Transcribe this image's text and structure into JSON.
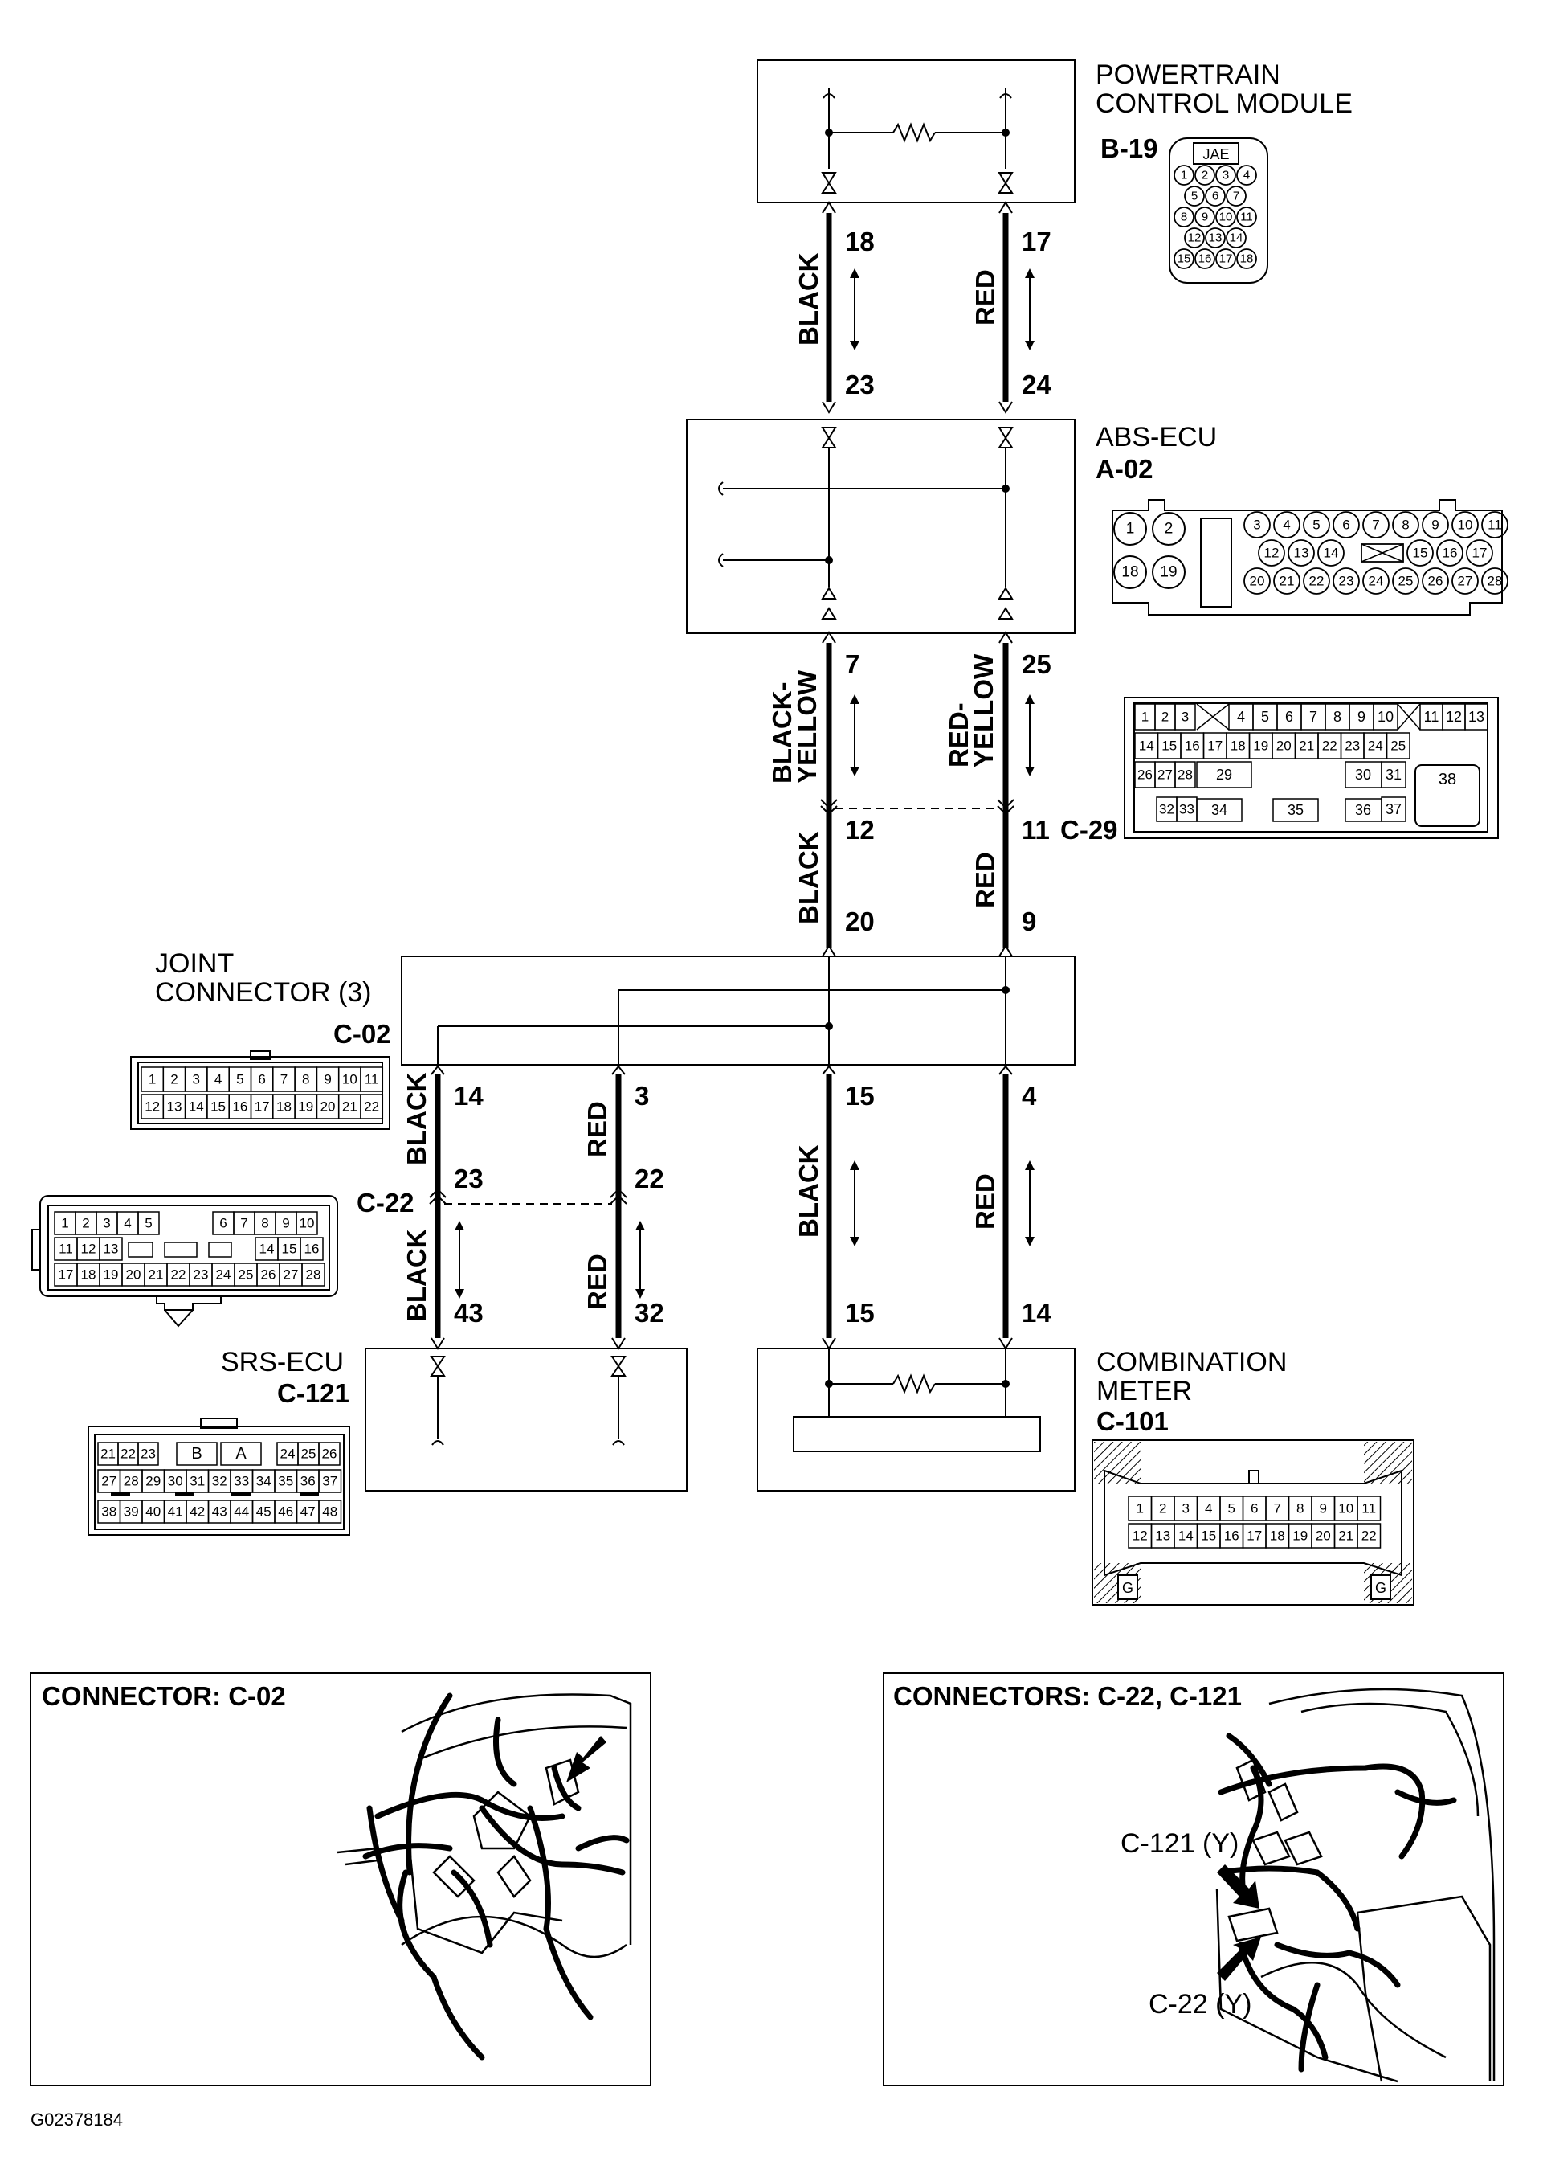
{
  "components": {
    "pcm": {
      "title_line1": "POWERTRAIN",
      "title_line2": "CONTROL MODULE",
      "connector": "B-19",
      "brand": "JAE"
    },
    "abs": {
      "title": "ABS-ECU",
      "connector": "A-02"
    },
    "joint": {
      "title_line1": "JOINT",
      "title_line2": "CONNECTOR (3)",
      "connector": "C-02"
    },
    "srs": {
      "title": "SRS-ECU",
      "connector": "C-121"
    },
    "meter": {
      "title_line1": "COMBINATION",
      "title_line2": "METER",
      "connector": "C-101"
    },
    "c22": {
      "connector": "C-22"
    },
    "c29": {
      "connector": "C-29"
    }
  },
  "wire_colors": {
    "black": "BLACK",
    "red": "RED",
    "black_yellow_1": "BLACK-",
    "black_yellow_2": "YELLOW",
    "red_yellow_1": "RED-",
    "red_yellow_2": "YELLOW"
  },
  "pins": {
    "pcm_left": "18",
    "pcm_right": "17",
    "abs_top_left": "23",
    "abs_top_right": "24",
    "abs_bot_left": "7",
    "abs_bot_right": "25",
    "c29_left": "12",
    "c29_right": "11",
    "joint_in_left": "20",
    "joint_in_right": "9",
    "joint_out_1": "14",
    "joint_out_2": "3",
    "joint_out_3": "15",
    "joint_out_4": "4",
    "c22_left": "23",
    "c22_right": "22",
    "srs_left": "43",
    "srs_right": "32",
    "meter_left": "15",
    "meter_right": "14"
  },
  "pin_diagrams": {
    "b19_rows": [
      [
        "1",
        "2",
        "3",
        "4"
      ],
      [
        "5",
        "6",
        "7"
      ],
      [
        "8",
        "9",
        "10",
        "11"
      ],
      [
        "12",
        "13",
        "14"
      ],
      [
        "15",
        "16",
        "17",
        "18"
      ]
    ],
    "a02_big": [
      "1",
      "2",
      "18",
      "19"
    ],
    "a02_row1": [
      "3",
      "4",
      "5",
      "6",
      "7",
      "8",
      "9",
      "10",
      "11"
    ],
    "a02_row2a": [
      "12",
      "13",
      "14"
    ],
    "a02_row2b": [
      "15",
      "16",
      "17"
    ],
    "a02_row3": [
      "20",
      "21",
      "22",
      "23",
      "24",
      "25",
      "26",
      "27",
      "28"
    ],
    "c29_row1a": [
      "1",
      "2",
      "3"
    ],
    "c29_row1b": [
      "4",
      "5",
      "6",
      "7",
      "8",
      "9",
      "10"
    ],
    "c29_row1c": [
      "11",
      "12",
      "13"
    ],
    "c29_row2": [
      "14",
      "15",
      "16",
      "17",
      "18",
      "19",
      "20",
      "21",
      "22",
      "23",
      "24",
      "25"
    ],
    "c29_row3": [
      "26",
      "27",
      "28",
      "29",
      "30",
      "31"
    ],
    "c29_row4": [
      "32",
      "33",
      "34",
      "35",
      "36",
      "37"
    ],
    "c29_big": "38",
    "c02_row1": [
      "1",
      "2",
      "3",
      "4",
      "5",
      "6",
      "7",
      "8",
      "9",
      "10",
      "11"
    ],
    "c02_row2": [
      "12",
      "13",
      "14",
      "15",
      "16",
      "17",
      "18",
      "19",
      "20",
      "21",
      "22"
    ],
    "c22_row1a": [
      "1",
      "2",
      "3",
      "4",
      "5"
    ],
    "c22_row1b": [
      "6",
      "7",
      "8",
      "9",
      "10"
    ],
    "c22_row2a": [
      "11",
      "12",
      "13"
    ],
    "c22_row2b": [
      "14",
      "15",
      "16"
    ],
    "c22_row3": [
      "17",
      "18",
      "19",
      "20",
      "21",
      "22",
      "23",
      "24",
      "25",
      "26",
      "27",
      "28"
    ],
    "c121_row1a": [
      "21",
      "22",
      "23"
    ],
    "c121_b": "B",
    "c121_a": "A",
    "c121_row1b": [
      "24",
      "25",
      "26"
    ],
    "c121_row2": [
      "27",
      "28",
      "29",
      "30",
      "31",
      "32",
      "33",
      "34",
      "35",
      "36",
      "37"
    ],
    "c121_row3": [
      "38",
      "39",
      "40",
      "41",
      "42",
      "43",
      "44",
      "45",
      "46",
      "47",
      "48"
    ],
    "c101_row1": [
      "1",
      "2",
      "3",
      "4",
      "5",
      "6",
      "7",
      "8",
      "9",
      "10",
      "11"
    ],
    "c101_row2": [
      "12",
      "13",
      "14",
      "15",
      "16",
      "17",
      "18",
      "19",
      "20",
      "21",
      "22"
    ],
    "c101_g": "G"
  },
  "insets": {
    "left_title": "CONNECTOR: C-02",
    "right_title": "CONNECTORS: C-22, C-121",
    "c121_callout": "C-121 (Y)",
    "c22_callout": "C-22 (Y)"
  },
  "figure_id": "G02378184"
}
